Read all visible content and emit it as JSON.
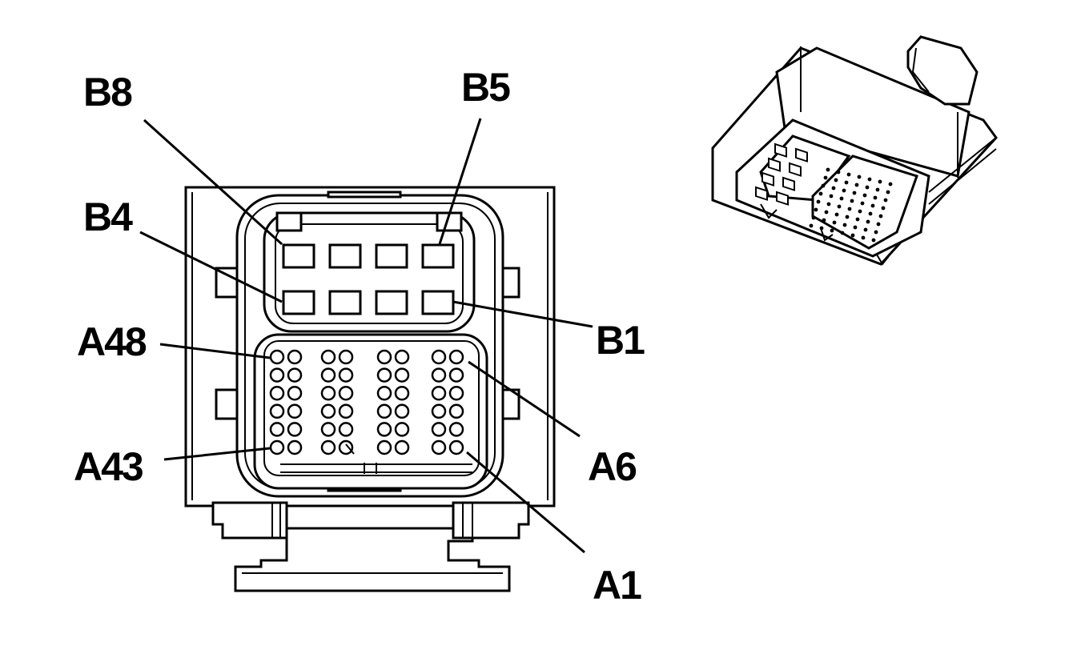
{
  "labels": {
    "b8": "B8",
    "b5": "B5",
    "b4": "B4",
    "b1": "B1",
    "a48": "A48",
    "a43": "A43",
    "a6": "A6",
    "a1": "A1"
  },
  "connector": {
    "b_cavities": 8,
    "a_cavities": 48
  },
  "colors": {
    "line": "#000000",
    "fill": "#ffffff"
  }
}
